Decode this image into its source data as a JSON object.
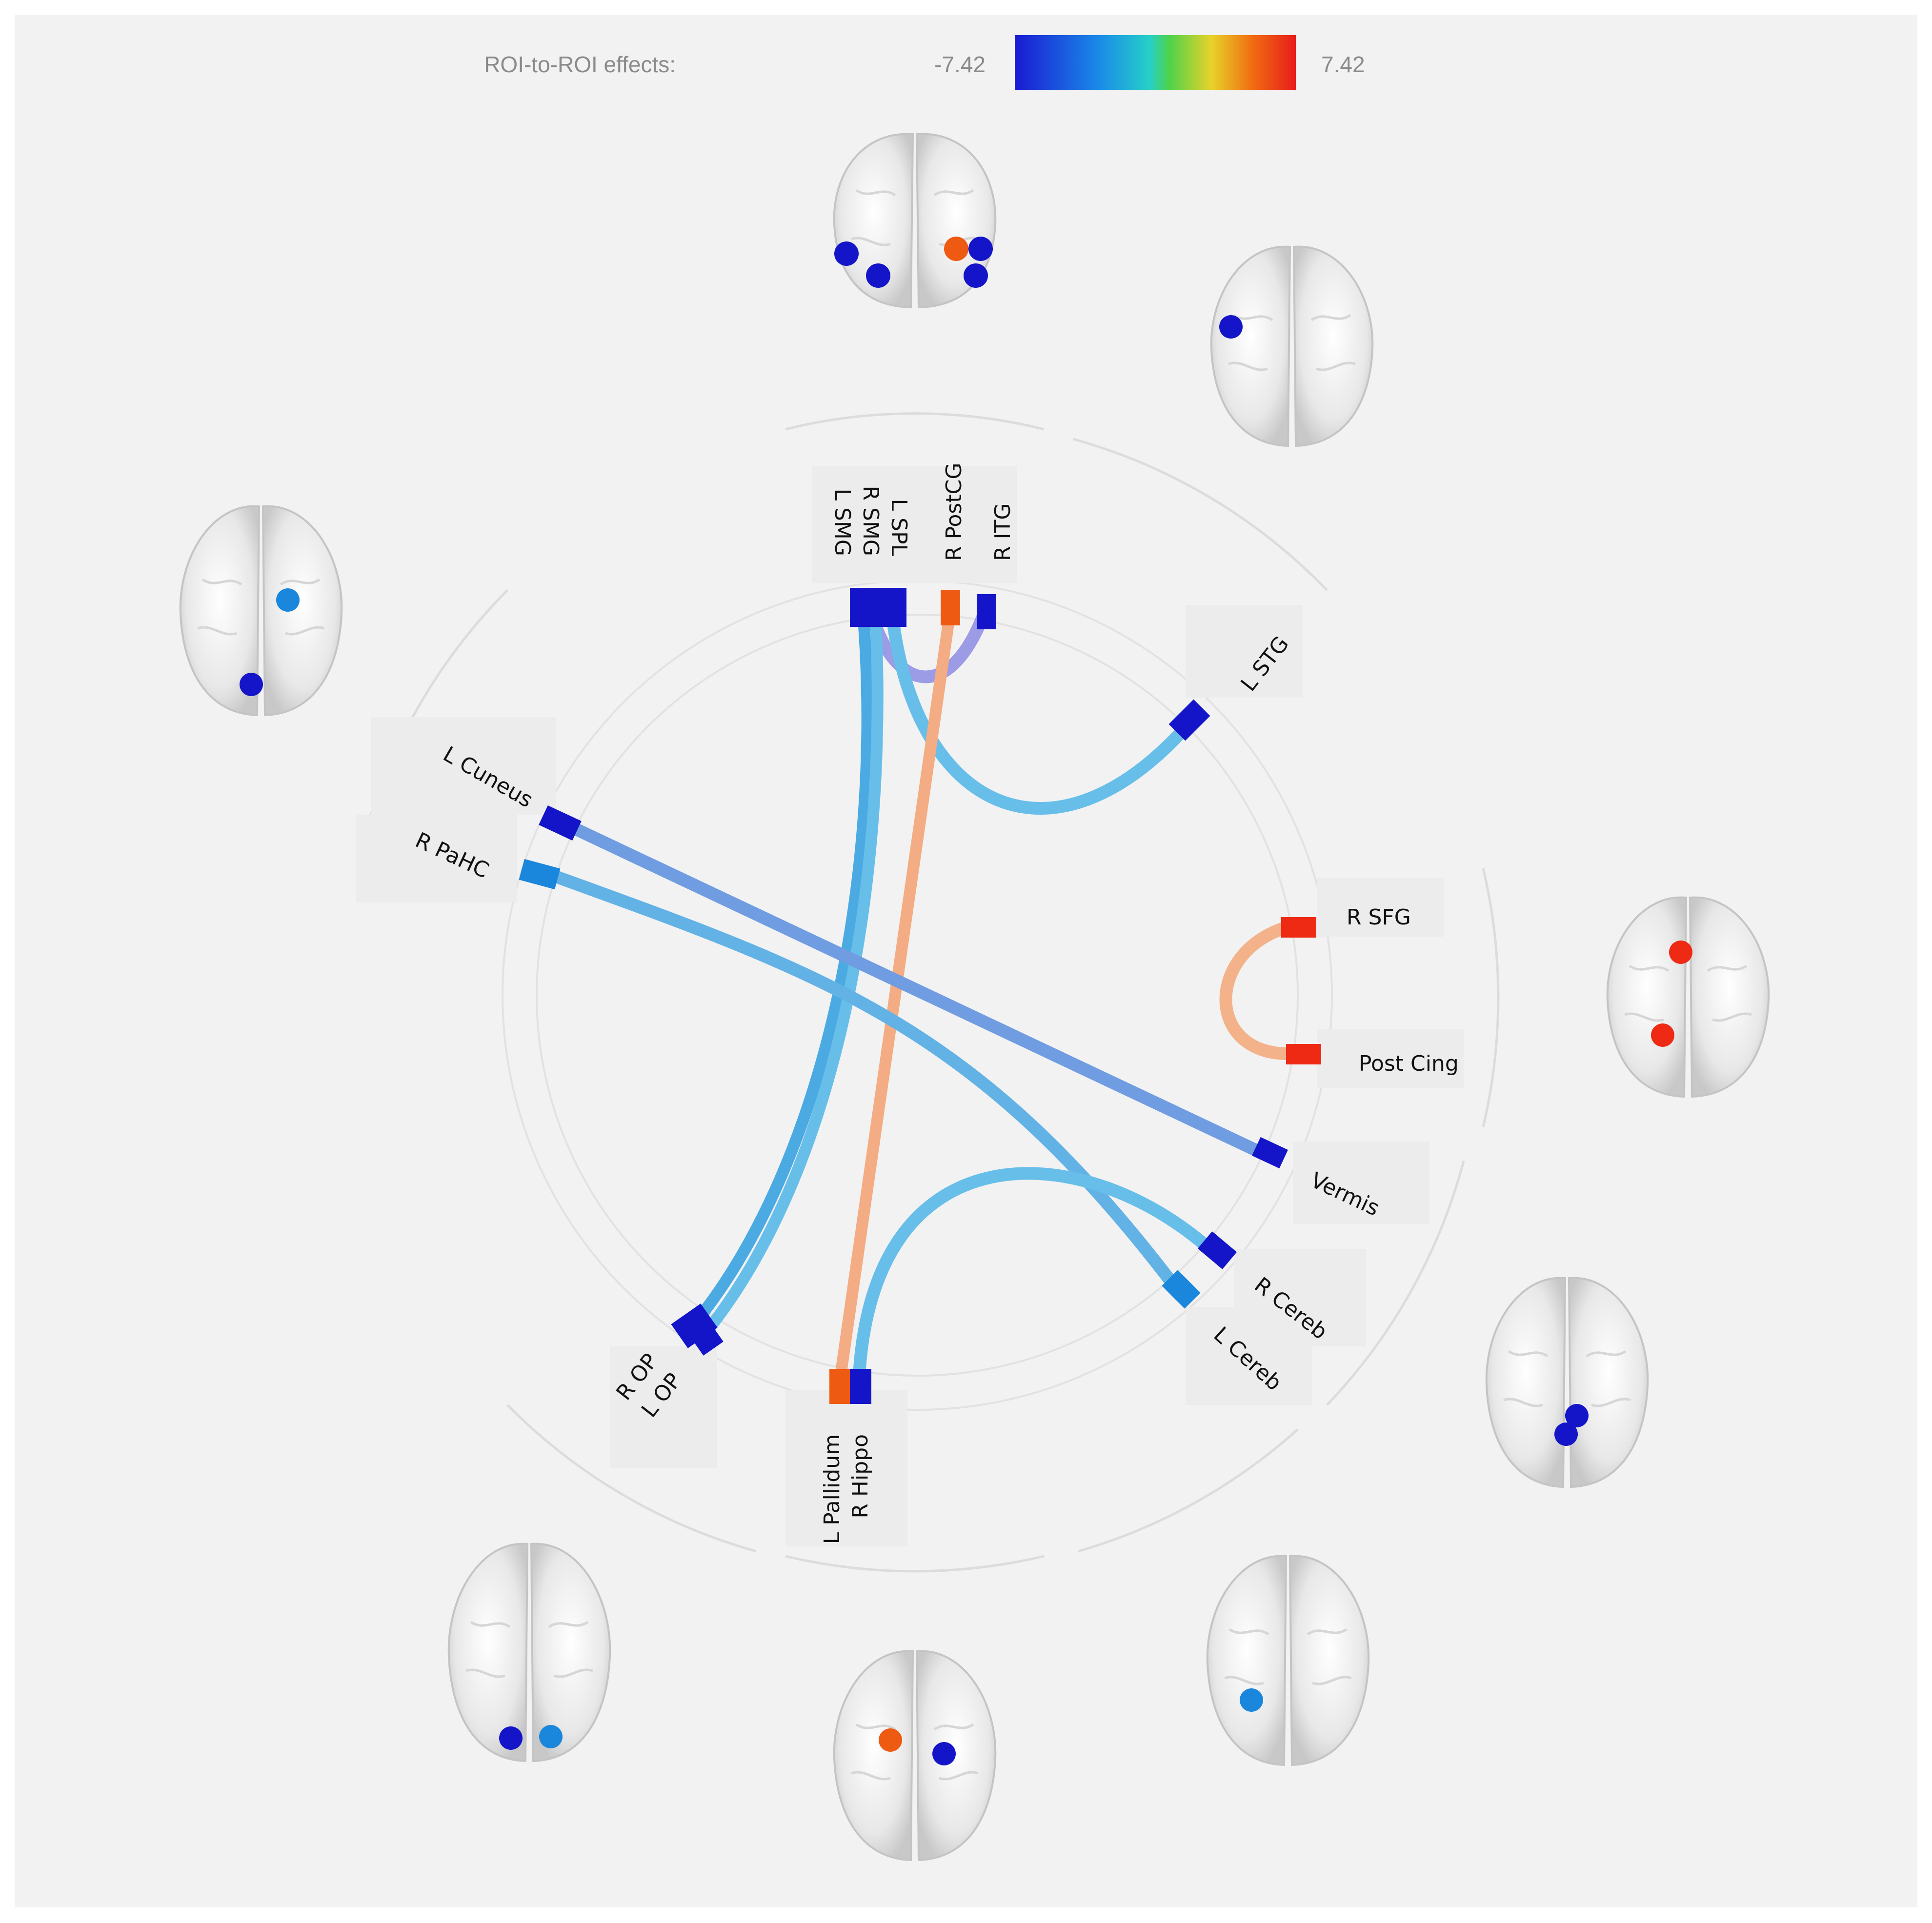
{
  "legend": {
    "title": "ROI-to-ROI effects:",
    "min_label": "-7.42",
    "max_label": "7.42",
    "scale_min": -7.42,
    "scale_max": 7.42,
    "colors": [
      "#1a1ad2",
      "#1a8ae8",
      "#26d0c8",
      "#4fd24a",
      "#e8d22a",
      "#f06a10",
      "#e81c1c"
    ]
  },
  "nodes": [
    {
      "id": "l_smg",
      "label": "L SMG",
      "color": "#1414c8"
    },
    {
      "id": "r_smg",
      "label": "R SMG",
      "color": "#1414c8"
    },
    {
      "id": "l_spl",
      "label": "L SPL",
      "color": "#1414c8"
    },
    {
      "id": "r_postcg",
      "label": "R PostCG",
      "color": "#ee5a12"
    },
    {
      "id": "r_itg",
      "label": "R ITG",
      "color": "#1414c8"
    },
    {
      "id": "l_stg",
      "label": "L STG",
      "color": "#1414c8"
    },
    {
      "id": "r_sfg",
      "label": "R SFG",
      "color": "#ee2a14"
    },
    {
      "id": "post_cing",
      "label": "Post Cing",
      "color": "#ee2a14"
    },
    {
      "id": "vermis",
      "label": "Vermis",
      "color": "#1414c8"
    },
    {
      "id": "r_cereb",
      "label": "R Cereb",
      "color": "#1414c8"
    },
    {
      "id": "l_cereb",
      "label": "L Cereb",
      "color": "#1a86dc"
    },
    {
      "id": "r_hippo",
      "label": "R Hippo",
      "color": "#1414c8"
    },
    {
      "id": "l_pallidum",
      "label": "L Pallidum",
      "color": "#ee5a12"
    },
    {
      "id": "l_op",
      "label": "L OP",
      "color": "#1414c8"
    },
    {
      "id": "r_op",
      "label": "R OP",
      "color": "#1414c8"
    },
    {
      "id": "r_pahc",
      "label": "R PaHC",
      "color": "#1a86dc"
    },
    {
      "id": "l_cuneus",
      "label": "L Cuneus",
      "color": "#1414c8"
    }
  ],
  "connections": [
    {
      "from": "r_smg",
      "to": "r_itg",
      "color": "#6a6ae0"
    },
    {
      "from": "l_spl",
      "to": "l_stg",
      "color": "#4fb6e8"
    },
    {
      "from": "r_postcg",
      "to": "l_pallidum",
      "color": "#f4a070"
    },
    {
      "from": "l_smg",
      "to": "r_op",
      "color": "#2e9ee0"
    },
    {
      "from": "r_smg",
      "to": "l_op",
      "color": "#4fb6e8"
    },
    {
      "from": "l_cuneus",
      "to": "vermis",
      "color": "#5a8ee0"
    },
    {
      "from": "r_pahc",
      "to": "l_cereb",
      "color": "#4aa8e4"
    },
    {
      "from": "r_hippo",
      "to": "r_cereb",
      "color": "#4fb6e8"
    },
    {
      "from": "r_sfg",
      "to": "post_cing",
      "color": "#f4a878"
    }
  ],
  "brains": [
    {
      "group": "top",
      "dots": [
        {
          "color": "#1414c8"
        },
        {
          "color": "#1414c8"
        },
        {
          "color": "#ee5a12"
        },
        {
          "color": "#1414c8"
        },
        {
          "color": "#1414c8"
        }
      ]
    },
    {
      "group": "top-right",
      "dots": [
        {
          "color": "#1414c8"
        }
      ]
    },
    {
      "group": "right",
      "dots": [
        {
          "color": "#ee2a14"
        },
        {
          "color": "#ee2a14"
        }
      ]
    },
    {
      "group": "bottom-right",
      "dots": [
        {
          "color": "#1414c8"
        },
        {
          "color": "#1414c8"
        }
      ]
    },
    {
      "group": "bottom-right-lower",
      "dots": [
        {
          "color": "#1a86dc"
        }
      ]
    },
    {
      "group": "bottom",
      "dots": [
        {
          "color": "#ee5a12"
        },
        {
          "color": "#1414c8"
        }
      ]
    },
    {
      "group": "bottom-left",
      "dots": [
        {
          "color": "#1414c8"
        },
        {
          "color": "#1a86dc"
        }
      ]
    },
    {
      "group": "left",
      "dots": [
        {
          "color": "#1a86dc"
        },
        {
          "color": "#1414c8"
        }
      ]
    }
  ]
}
